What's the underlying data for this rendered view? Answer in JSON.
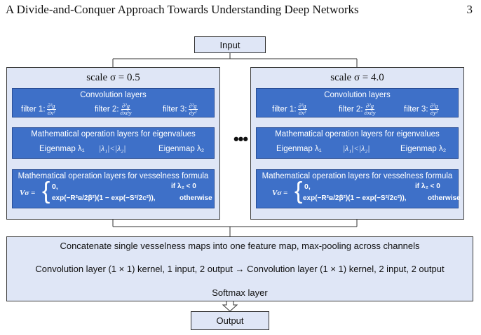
{
  "header": {
    "title": "A Divide-and-Conquer Approach Towards Understanding Deep Networks",
    "page": "3"
  },
  "input_label": "Input",
  "output_label": "Output",
  "ellipsis": "•••",
  "panels": [
    {
      "scale": "scale σ = 0.5",
      "conv": {
        "title": "Convolution layers",
        "f1": "filter 1:",
        "f2": "filter 2:",
        "f3": "filter 3:",
        "f1_num": "∂²g",
        "f1_den": "∂x²",
        "f2_num": "∂²g",
        "f2_den": "∂x∂y",
        "f3_num": "∂²g",
        "f3_den": "∂y²"
      },
      "eigen": {
        "title": "Mathematical operation layers for eigenvalues",
        "left": "Eigenmap λ₁",
        "mid": "|λ₁|<|λ₂|",
        "right": "Eigenmap λ₂"
      },
      "vessel": {
        "title": "Mathematical operation layers for vesselness formula",
        "lhs": "Vσ =",
        "case1": "0,",
        "cond1": "if λ₂ < 0",
        "case2": "exp(−R²ʙ/2β²)(1 − exp(−S²/2c²)),",
        "cond2": "otherwise"
      }
    },
    {
      "scale": "scale σ = 4.0",
      "conv": {
        "title": "Convolution layers",
        "f1": "filter 1:",
        "f2": "filter 2:",
        "f3": "filter 3:",
        "f1_num": "∂²g",
        "f1_den": "∂x²",
        "f2_num": "∂²g",
        "f2_den": "∂x∂y",
        "f3_num": "∂²g",
        "f3_den": "∂y²"
      },
      "eigen": {
        "title": "Mathematical operation layers for eigenvalues",
        "left": "Eigenmap λ₁",
        "mid": "|λ₁|<|λ₂|",
        "right": "Eigenmap λ₂"
      },
      "vessel": {
        "title": "Mathematical operation layers for vesselness formula",
        "lhs": "Vσ =",
        "case1": "0,",
        "cond1": "if λ₂ < 0",
        "case2": "exp(−R²ʙ/2β²)(1 − exp(−S²/2c²)),",
        "cond2": "otherwise"
      }
    }
  ],
  "bottom": {
    "line1": "Concatenate single vesselness maps into  one feature map, max-pooling across channels",
    "line2": "Convolution layer (1 × 1) kernel, 1 input, 2 output → Convolution layer (1 × 1) kernel, 2 input, 2 output",
    "line3": "Softmax layer"
  },
  "colors": {
    "panel_bg": "#dfe6f6",
    "layer_blue": "#3e70c8"
  }
}
